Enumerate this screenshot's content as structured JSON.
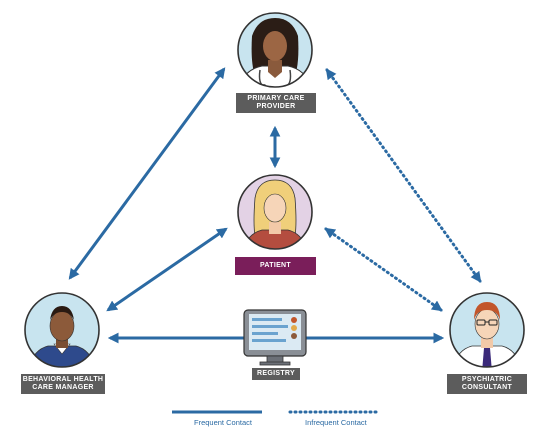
{
  "diagram": {
    "nodes": {
      "primary_care_provider": {
        "label": "PRIMARY CARE\nPROVIDER"
      },
      "patient": {
        "label": "PATIENT"
      },
      "behavioral_health_care_manager": {
        "label": "BEHAVIORAL HEALTH\nCARE MANAGER"
      },
      "psychiatric_consultant": {
        "label": "PSYCHIATRIC\nCONSULTANT"
      },
      "registry": {
        "label": "REGISTRY"
      }
    },
    "connections": [
      {
        "from": "Primary Care Provider",
        "to": "Patient",
        "type": "Frequent Contact"
      },
      {
        "from": "Primary Care Provider",
        "to": "Behavioral Health Care Manager",
        "type": "Frequent Contact"
      },
      {
        "from": "Primary Care Provider",
        "to": "Psychiatric Consultant",
        "type": "Infrequent Contact"
      },
      {
        "from": "Patient",
        "to": "Behavioral Health Care Manager",
        "type": "Frequent Contact"
      },
      {
        "from": "Patient",
        "to": "Psychiatric Consultant",
        "type": "Infrequent Contact"
      },
      {
        "from": "Behavioral Health Care Manager",
        "to": "Psychiatric Consultant",
        "type": "Frequent Contact"
      }
    ],
    "legend": {
      "frequent": "Frequent Contact",
      "infrequent": "Infrequent Contact"
    },
    "colors": {
      "arrow": "#2b6aa3",
      "label_gray": "#5c5c5c",
      "label_patient": "#7a1e5a",
      "circle_teal_bg": "#c8e4ef",
      "circle_patient_bg": "#e3d2e5",
      "circle_border": "#333333"
    }
  }
}
